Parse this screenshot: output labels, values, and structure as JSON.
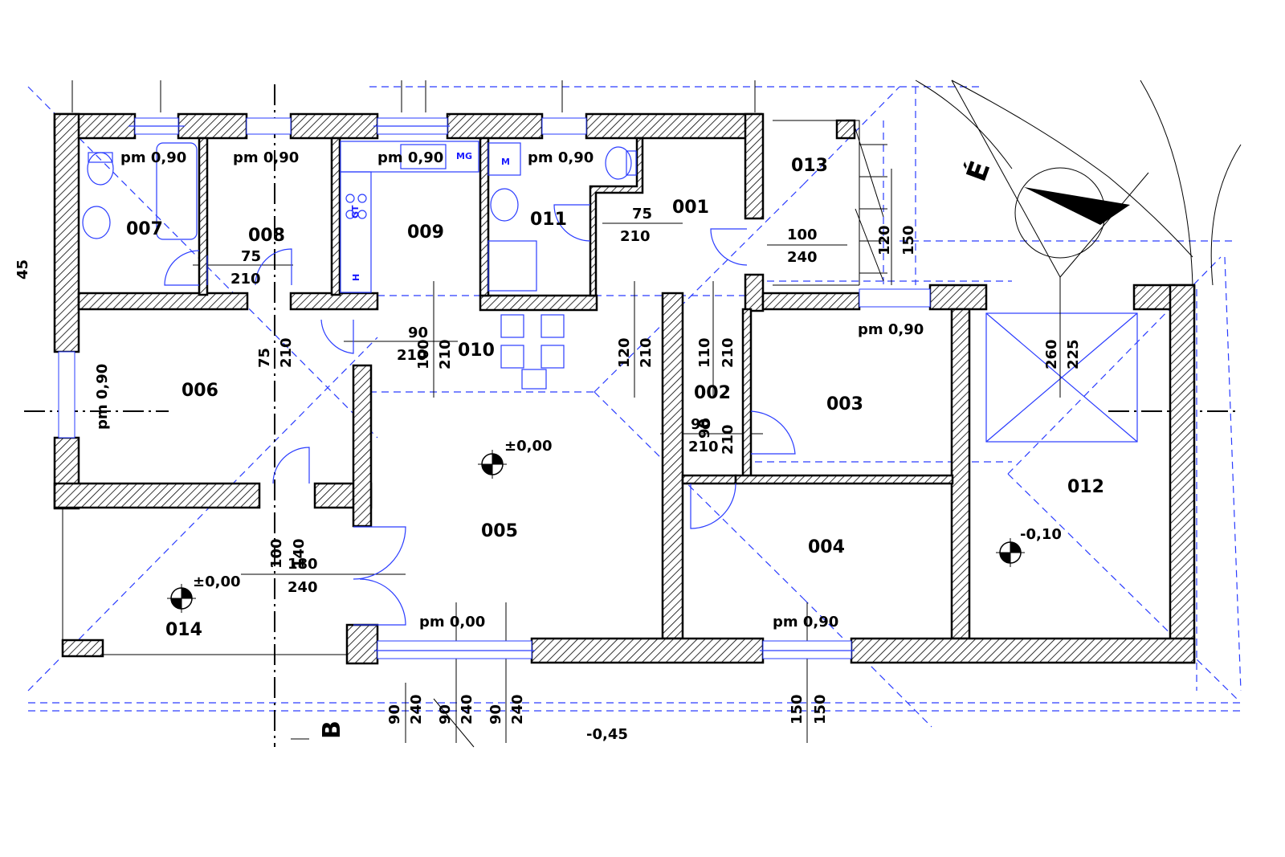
{
  "rooms": {
    "r001": "001",
    "r002": "002",
    "r003": "003",
    "r004": "004",
    "r005": "005",
    "r006": "006",
    "r007": "007",
    "r008": "008",
    "r009": "009",
    "r010": "010",
    "r011": "011",
    "r012": "012",
    "r013": "013",
    "r014": "014"
  },
  "sill_notes": {
    "s007": "pm 0,90",
    "s008": "pm 0,90",
    "s009": "pm 0,90",
    "s011": "pm 0,90",
    "s003": "pm 0,90",
    "s006": "pm 0,90",
    "s005": "pm 0,00",
    "s004": "pm 0,90"
  },
  "levels": {
    "l005": "±0,00",
    "l014": "±0,00",
    "l012": "-0,10",
    "lext": "-0,45"
  },
  "dimensions": {
    "d_75_a": "75",
    "d_210_a": "210",
    "d_75_b": "75",
    "d_210_b": "210",
    "d_100_a": "100",
    "d_240_a": "240",
    "d_120_a": "120",
    "d_150_a": "150",
    "d_75_v": "75",
    "d_210_v1": "210",
    "d_90_a": "90",
    "d_210_c": "210",
    "d_100_v": "100",
    "d_210_v2": "210",
    "d_120_v": "120",
    "d_210_v3": "210",
    "d_110_v": "110",
    "d_210_v4": "210",
    "d_90_b": "90",
    "d_210_d": "210",
    "d_90_v": "90",
    "d_210_v5": "210",
    "d_260_v": "260",
    "d_225_v": "225",
    "d_100_v2": "100",
    "d_140_v": "140",
    "d_180": "180",
    "d_240_b": "240",
    "d_b1_90": "90",
    "d_b1_240": "240",
    "d_b2_90": "90",
    "d_b2_240": "240",
    "d_b3_90": "90",
    "d_b3_240": "240",
    "d_b4_150": "150",
    "d_b4_150b": "150",
    "d_45": "45"
  },
  "fixtures": {
    "mg": "MG",
    "m": "M",
    "gt": "GT",
    "h": "H"
  },
  "compass": {
    "north_label": "É"
  },
  "section": {
    "label": "B"
  },
  "colors": {
    "lines": "#000000",
    "blueprint": "#2a3cff",
    "background": "#ffffff"
  }
}
